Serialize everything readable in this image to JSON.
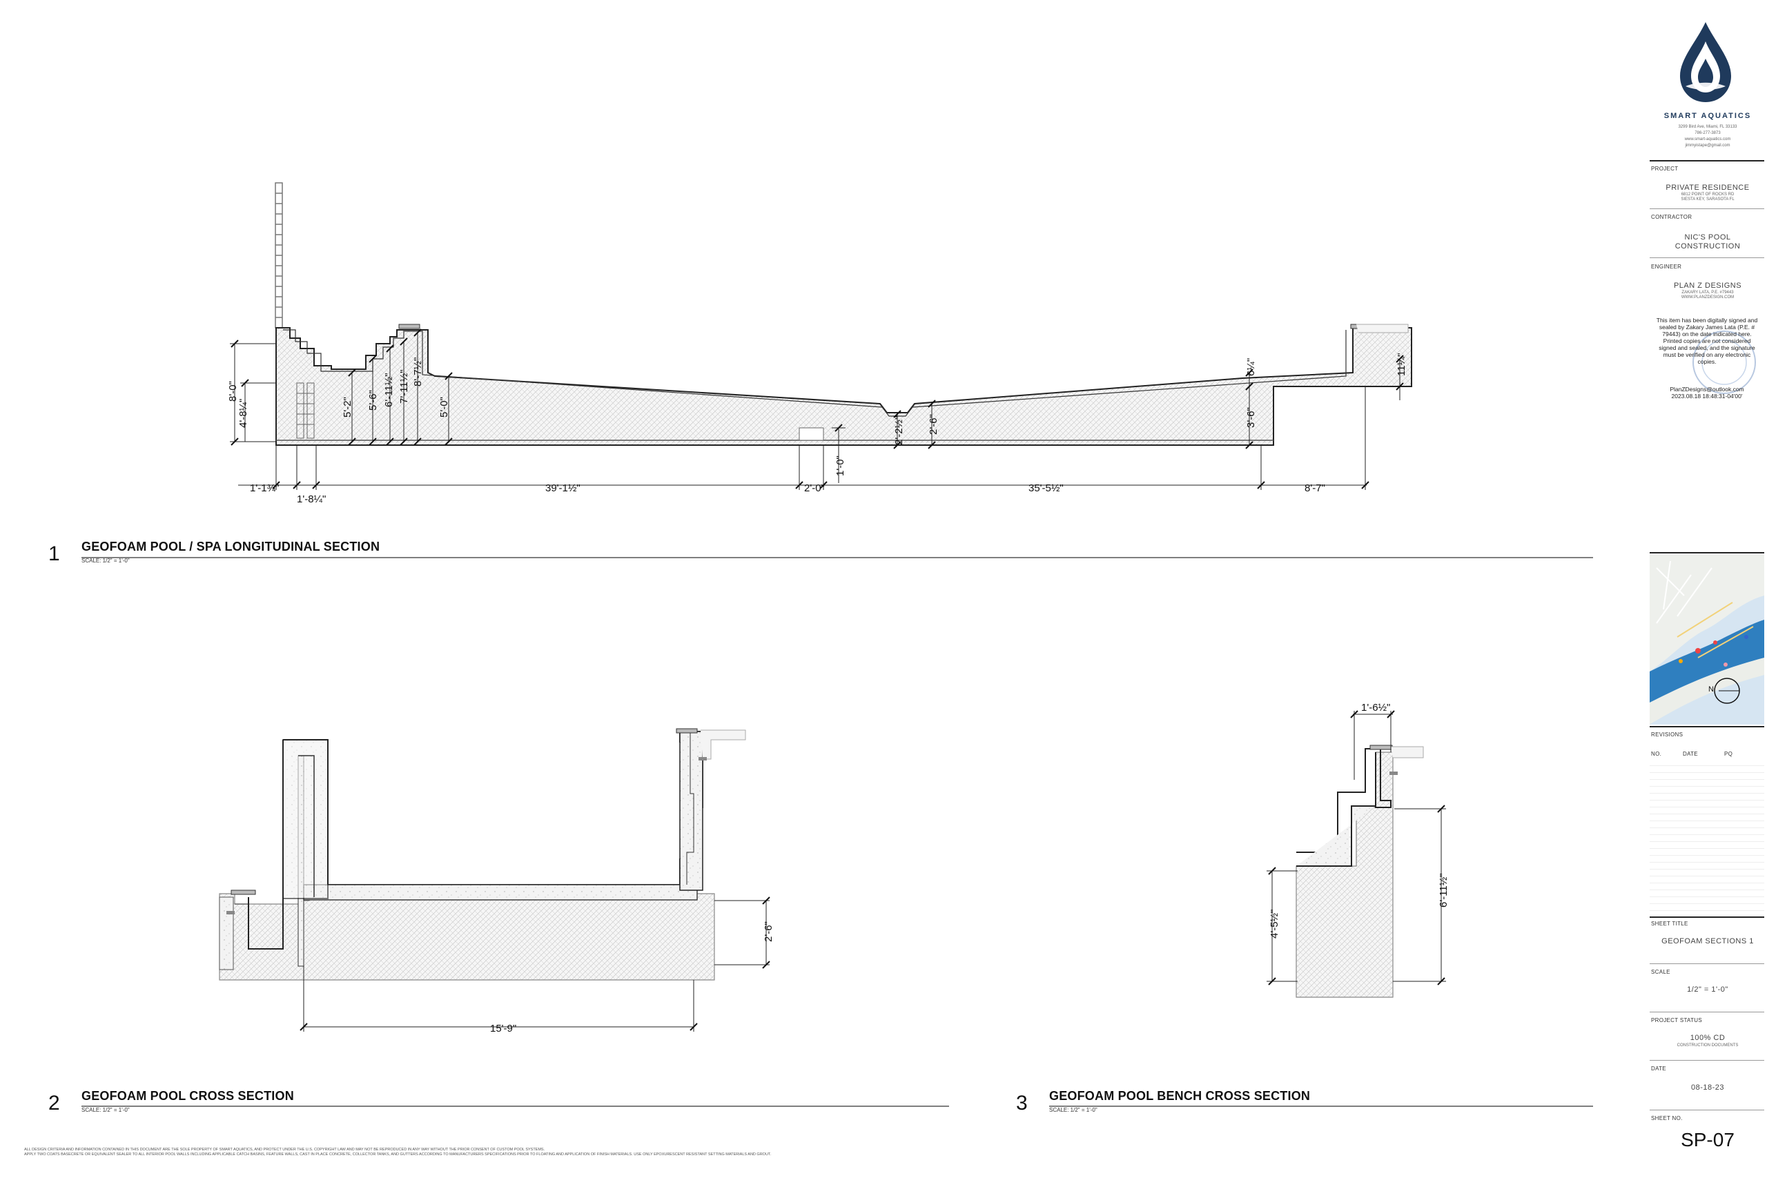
{
  "company": {
    "name": "SMART AQUATICS",
    "address": "3299 Bird Ave, Miami, FL 33133",
    "phone": "786-277-3873",
    "website": "www.smart-aquatics.com",
    "email": "jimmyistape@gmail.com"
  },
  "title_block": {
    "project_label": "PROJECT",
    "project_name": "PRIVATE RESIDENCE",
    "project_addr1": "6812 POINT OF ROCKS RD",
    "project_addr2": "SIESTA KEY, SARASOTA FL",
    "contractor_label": "CONTRACTOR",
    "contractor_line1": "NIC'S POOL",
    "contractor_line2": "CONSTRUCTION",
    "engineer_label": "ENGINEER",
    "engineer_name": "PLAN Z DESIGNS",
    "engineer_sub1": "ZAKARY LATA, P.E. #79443",
    "engineer_sub2": "WWW.PLANZDESIGN.COM",
    "seal_text": "This item has been digitally signed and sealed by Zakary James Lata (P.E. # 79443) on the date indicated here. Printed copies are not considered signed and sealed, and the signature must be verified on any electronic copies.",
    "seal_email": "PlanZDesigns@outlook.com",
    "seal_datetime": "2023.08.18 18:48:31-04'00'",
    "revisions_label": "REVISIONS",
    "rev_col_no": "NO.",
    "rev_col_date": "DATE",
    "rev_col_pq": "PQ",
    "sheet_title_label": "SHEET TITLE",
    "sheet_title": "GEOFOAM SECTIONS 1",
    "scale_label": "SCALE",
    "scale_value": "1/2\" = 1'-0\"",
    "status_label": "PROJECT STATUS",
    "status_value": "100% CD",
    "status_sub": "CONSTRUCTION DOCUMENTS",
    "date_label": "DATE",
    "date_value": "08-18-23",
    "sheet_no_label": "SHEET NO.",
    "sheet_no": "SP-07"
  },
  "map": {
    "north_label": "N"
  },
  "sections": [
    {
      "number": "1",
      "title": "GEOFOAM POOL / SPA LONGITUDINAL SECTION",
      "scale": "SCALE: 1/2\" = 1'-0\""
    },
    {
      "number": "2",
      "title": "GEOFOAM POOL CROSS SECTION",
      "scale": "SCALE: 1/2\" = 1'-0\""
    },
    {
      "number": "3",
      "title": "GEOFOAM POOL BENCH CROSS SECTION",
      "scale": "SCALE: 1/2\" = 1'-0\""
    }
  ],
  "dims": {
    "s1": {
      "h_8_0": "8'-0\"",
      "h_4_8": "4'-8¼\"",
      "h_5_2": "5'-2\"",
      "h_5_6": "5'-6\"",
      "h_6_11": "6'-11½\"",
      "h_7_11": "7'-11½\"",
      "h_8_7": "8'-7½\"",
      "h_5_0": "5'-0\"",
      "w_1_1": "1'-1¾\"",
      "w_1_8": "1'-8¼\"",
      "w_39_1": "39'-1½\"",
      "w_2_0": "2'-0\"",
      "v_1_0": "1'-0\"",
      "v_2_2": "2'-2½\"",
      "v_2_6": "2'-6\"",
      "w_35_5": "35'-5½\"",
      "v_3_6": "3'-6\"",
      "w_8_7": "8'-7\"",
      "v_6": "6¼\"",
      "v_11": "11¼\""
    },
    "s2": {
      "v_2_6": "2'-6\"",
      "w_15_9": "15'-9\""
    },
    "s3": {
      "w_1_6": "1'-6½\"",
      "v_6_11": "6'-11½\"",
      "v_4_5": "4'-5½\""
    }
  },
  "footer": {
    "line1": "ALL DESIGN CRITERIA AND INFORMATION CONTAINED IN THIS DOCUMENT ARE THE SOLE PROPERTY OF SMART AQUATICS, AND PROTECT UNDER THE U.S. COPYRIGHT LAW AND MAY NOT BE REPRODUCED IN ANY WAY WITHOUT THE PRIOR CONSENT OF CUSTOM POOL SYSTEMS.",
    "line2": "APPLY TWO COATS BASECRETE OR EQUIVALENT SEALER TO ALL INTERIOR POOL WALLS INCLUDING APPLICABLE CATCH BASINS, FEATURE WALLS, CAST IN PLACE CONCRETE, COLLECTOR TANKS, AND GUTTERS ACCORDING TO MANUFACTURERS SPECIFICATIONS PRIOR TO FLOATING AND APPLICATION OF FINISH MATERIALS. USE ONLY EPOXURESCENT RESISTANT SETTING MATERIALS AND GROUT."
  }
}
